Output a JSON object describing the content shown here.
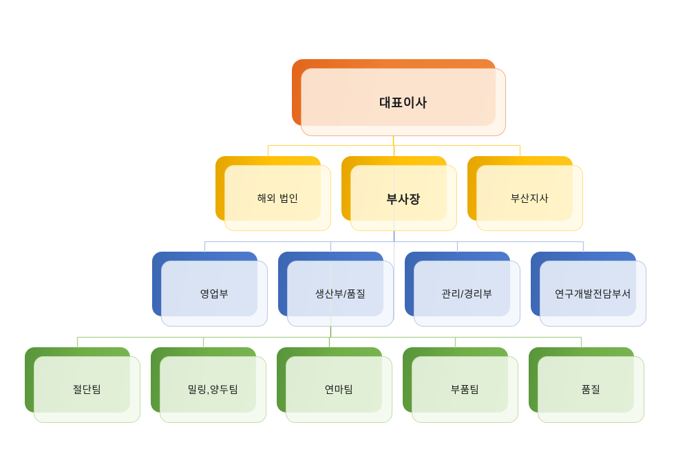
{
  "diagram_type": "organization-chart",
  "nodes": {
    "ceo": {
      "label": "대표이사",
      "level": 1,
      "theme": "orange"
    },
    "overseas": {
      "label": "해외 법인",
      "level": 2,
      "theme": "gold"
    },
    "vp": {
      "label": "부사장",
      "level": 2,
      "theme": "gold"
    },
    "busan": {
      "label": "부산지사",
      "level": 2,
      "theme": "gold"
    },
    "sales": {
      "label": "영업부",
      "level": 3,
      "theme": "blue"
    },
    "production": {
      "label": "생산부/품질",
      "level": 3,
      "theme": "blue"
    },
    "admin": {
      "label": "관리/경리부",
      "level": 3,
      "theme": "blue"
    },
    "rnd": {
      "label": "연구개발전담부서",
      "level": 3,
      "theme": "blue"
    },
    "cutting": {
      "label": "절단팀",
      "level": 4,
      "theme": "green"
    },
    "milling": {
      "label": "밀링,양두팀",
      "level": 4,
      "theme": "green"
    },
    "grinding": {
      "label": "연마팀",
      "level": 4,
      "theme": "green"
    },
    "parts": {
      "label": "부품팀",
      "level": 4,
      "theme": "green"
    },
    "quality": {
      "label": "품질",
      "level": 4,
      "theme": "green"
    }
  },
  "structure": {
    "대표이사": [
      "해외 법인",
      "부사장",
      "부산지사"
    ],
    "부사장": [
      "영업부",
      "생산부/품질",
      "관리/경리부",
      "연구개발전담부서"
    ],
    "생산부/품질": [
      "절단팀",
      "밀링,양두팀",
      "연마팀",
      "부품팀",
      "품질"
    ]
  },
  "colors": {
    "level1_accent": "#ED7D31",
    "level2_accent": "#FFC000",
    "level3_accent": "#4472C4",
    "level4_accent": "#70AD47",
    "connector_gold": "#FFC000",
    "connector_gold_light": "#FFD75E",
    "connector_blue": "#6B90CF",
    "connector_blue_light": "#B3C6E7",
    "connector_green": "#70AD47",
    "connector_green_light": "#A9D18E",
    "background": "#FFFFFF",
    "text": "#1C1C1C"
  }
}
